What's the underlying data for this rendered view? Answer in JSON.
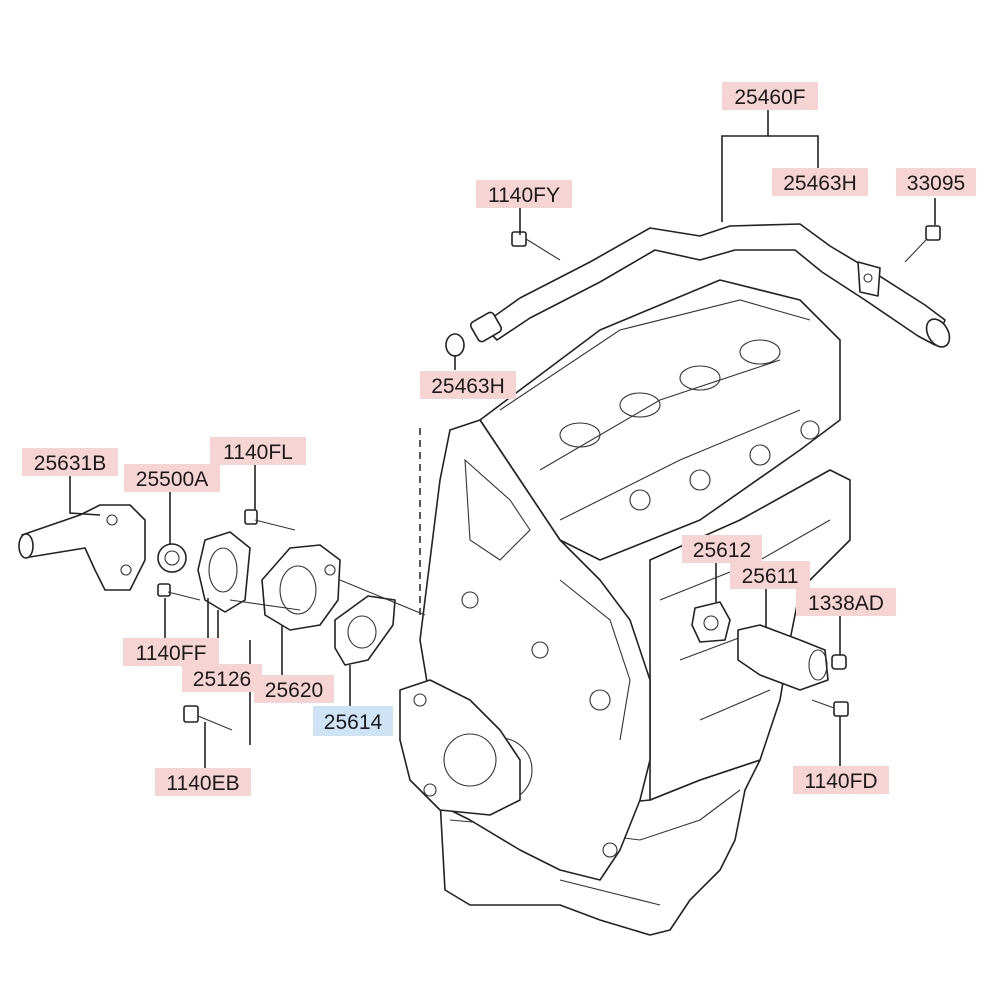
{
  "diagram": {
    "colors": {
      "label_fill": "#f7d4d4",
      "label_highlight_fill": "#cfe3f7",
      "line": "#222222"
    },
    "labels": {
      "l_25460F": "25460F",
      "l_25463H_top": "25463H",
      "l_33095": "33095",
      "l_1140FY": "1140FY",
      "l_25463H_left": "25463H",
      "l_25631B": "25631B",
      "l_25500A": "25500A",
      "l_1140FL": "1140FL",
      "l_1140FF": "1140FF",
      "l_25126": "25126",
      "l_25620": "25620",
      "l_25614": "25614",
      "l_1140EB": "1140EB",
      "l_25612": "25612",
      "l_25611": "25611",
      "l_1338AD": "1338AD",
      "l_1140FD": "1140FD"
    },
    "highlighted": "l_25614"
  }
}
